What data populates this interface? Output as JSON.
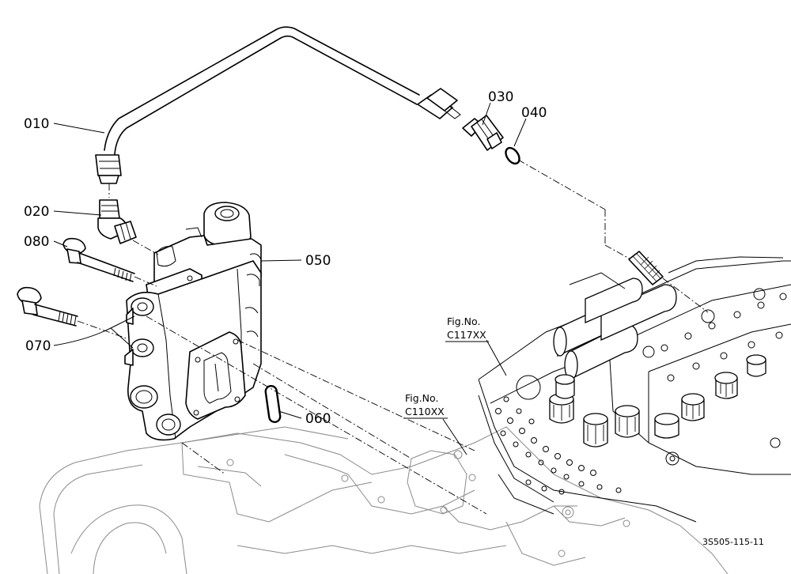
{
  "parts": {
    "p010": "010",
    "p020": "020",
    "p030": "030",
    "p040": "040",
    "p050": "050",
    "p060": "060",
    "p070": "070",
    "p080": "080"
  },
  "references": {
    "ref1_line1": "Fig.No.",
    "ref1_line2": "C117XX",
    "ref2_line1": "Fig.No.",
    "ref2_line2": "C110XX"
  },
  "drawing_code": "3S505-115-11"
}
